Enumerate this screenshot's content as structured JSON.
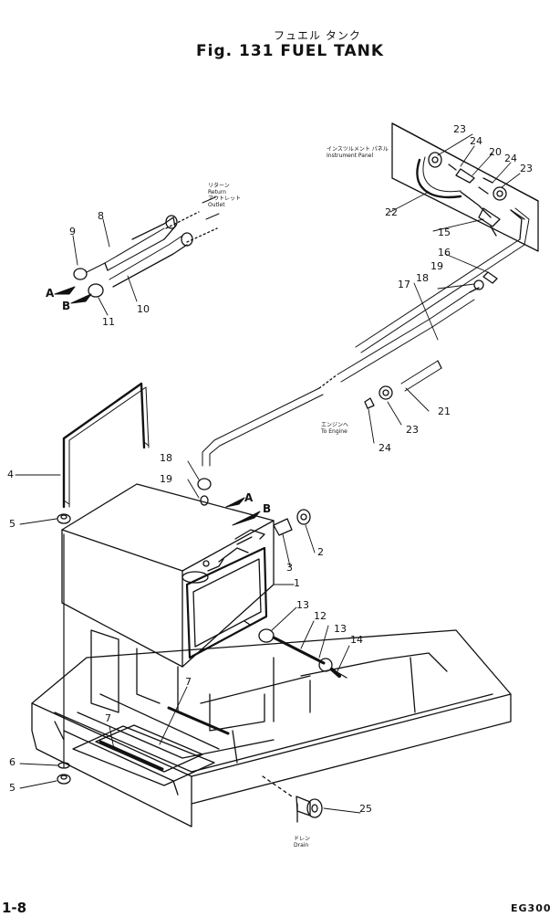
{
  "title_jp": "フュエル タンク",
  "title": "Fig. 131   FUEL TANK",
  "page_number": "1-8",
  "model_code": "EG300",
  "notes": {
    "return_jp": "リターン",
    "return_en": "Return",
    "outlet_jp": "アウトレット",
    "outlet_en": "Outlet",
    "panel_jp": "インスツルメント パネル",
    "panel_en": "Instrument Panel",
    "engine_jp": "エンジンへ",
    "engine_en": "To Engine",
    "drain_jp": "ドレン",
    "drain_en": "Drain"
  },
  "letters": {
    "a1": "A",
    "b1": "B",
    "a2": "A",
    "b2": "B"
  },
  "callouts": {
    "c1": "1",
    "c2": "2",
    "c3": "3",
    "c4": "4",
    "c5a": "5",
    "c5b": "5",
    "c6": "6",
    "c7a": "7",
    "c7b": "7",
    "c8": "8",
    "c9": "9",
    "c10": "10",
    "c11": "11",
    "c12": "12",
    "c13a": "13",
    "c13b": "13",
    "c14": "14",
    "c15": "15",
    "c16": "16",
    "c17": "17",
    "c18a": "18",
    "c18b": "18",
    "c19a": "19",
    "c19b": "19",
    "c20": "20",
    "c21": "21",
    "c22": "22",
    "c23a": "23",
    "c23b": "23",
    "c23c": "23",
    "c24a": "24",
    "c24b": "24",
    "c24c": "24",
    "c25": "25"
  }
}
